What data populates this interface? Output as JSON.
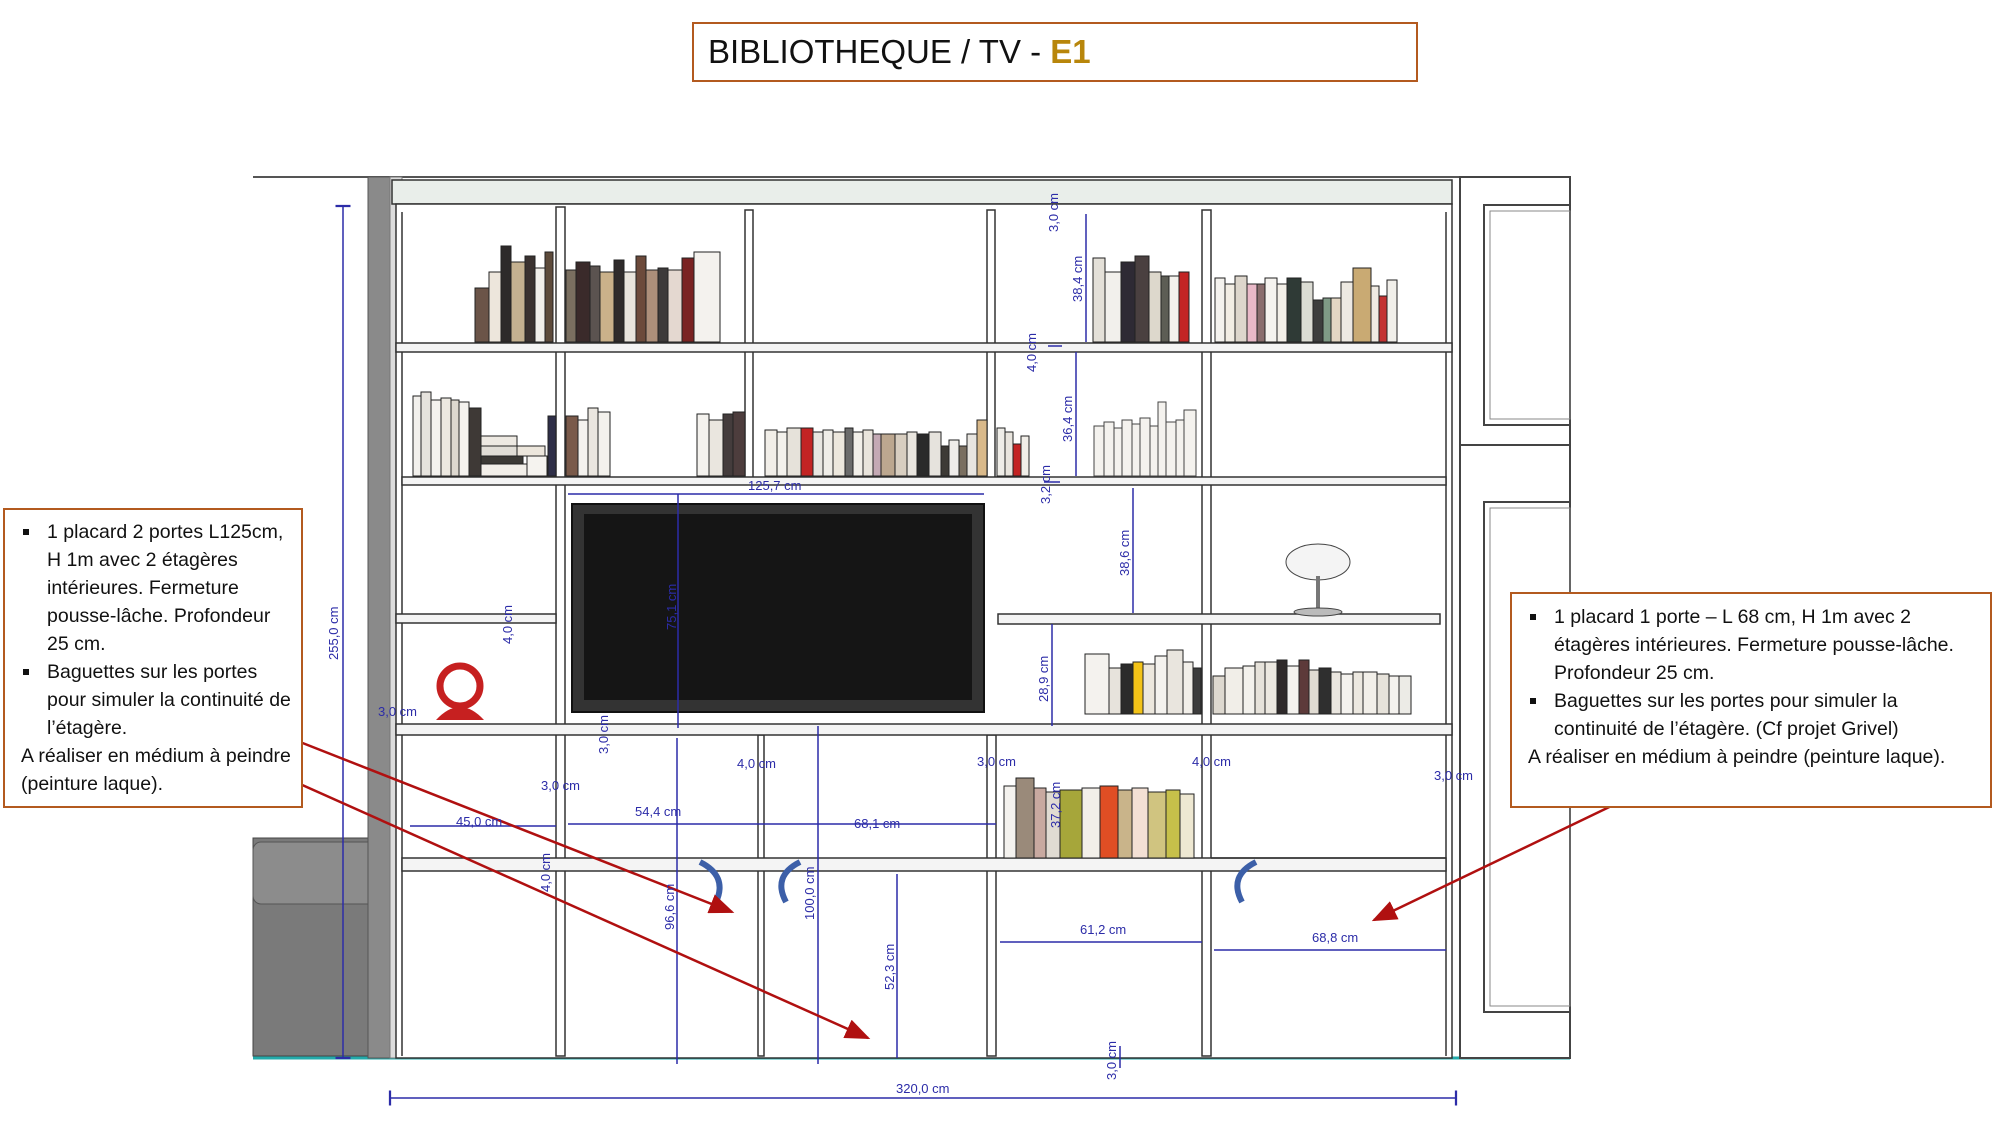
{
  "title": {
    "text": "BIBLIOTHEQUE / TV - ",
    "code": "E1"
  },
  "note_left": {
    "items": [
      "1 placard 2 portes L125cm, H 1m avec  2 étagères intérieures. Fermeture pousse-lâche. Profondeur 25 cm.",
      "Baguettes sur les portes pour simuler la continuité de l’étagère."
    ],
    "after": "A réaliser en médium à peindre (peinture laque)."
  },
  "note_right": {
    "items": [
      "1 placard 1 porte – L 68 cm, H 1m avec 2 étagères intérieures. Fermeture pousse-lâche. Profondeur 25 cm.",
      "Baguettes sur les portes pour simuler la continuité de l’étagère. (Cf projet Grivel)"
    ],
    "after": "A réaliser en médium à peindre (peinture laque)."
  },
  "dimensions": {
    "total_height": "255,0 cm",
    "total_width": "320,0 cm",
    "tv_width": "125,7 cm",
    "tv_height": "75,1 cm",
    "top_gap": "3,0 cm",
    "top_niche": "38,4 cm",
    "shelf1": "4,0 cm",
    "second_niche": "36,4 cm",
    "shelf2": "3,2 cm",
    "third_niche": "38,6 cm",
    "left_shelf": "4,0 cm",
    "fourth_niche": "28,9 cm",
    "left_side": "3,0 cm",
    "sep_tv": "3,0 cm",
    "cab_left_w": "45,0 cm",
    "cab_top_left": "3,0 cm",
    "inner_left": "54,4 cm",
    "div_left": "4,0 cm",
    "inner_mid": "68,1 cm",
    "div_mid": "3,0 cm",
    "div_right": "4,0 cm",
    "right_side": "3,0 cm",
    "books_row": "37,2 cm",
    "cab_shelf_left": "4,0 cm",
    "cab_height_a": "96,6 cm",
    "cab_height_b": "100,0 cm",
    "door_height": "52,3 cm",
    "right_w1": "61,2 cm",
    "right_w2": "68,8 cm",
    "plinth": "3,0 cm"
  },
  "colors": {
    "frame_border": "#b35a1f",
    "dimension": "#2c2ca8",
    "arrow": "#b01010",
    "accent": "#b8860b"
  }
}
